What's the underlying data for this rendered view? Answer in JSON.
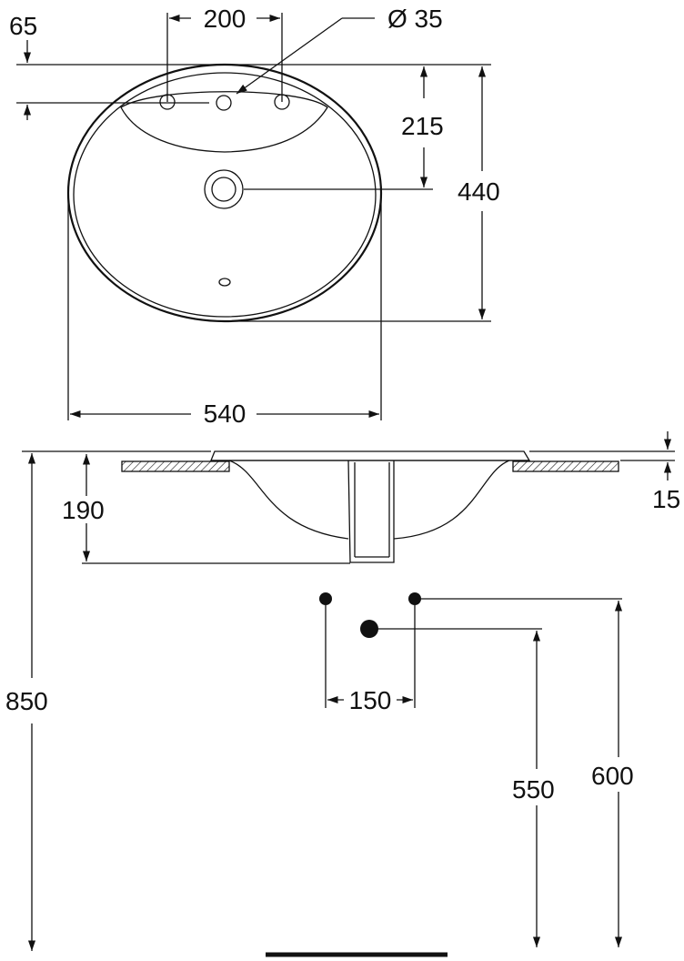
{
  "dimensions": {
    "tap_hole_spacing": "200",
    "tap_hole_diameter": "Ø 35",
    "rim_to_tap_holes": "65",
    "front_to_drain": "215",
    "depth": "440",
    "width": "540",
    "bowl_depth": "190",
    "rim_thickness": "15",
    "supply_spacing": "150",
    "waste_height": "550",
    "supply_height": "600",
    "overall_height": "850"
  },
  "colors": {
    "line": "#111111",
    "background": "#ffffff",
    "hatch": "#111111"
  }
}
